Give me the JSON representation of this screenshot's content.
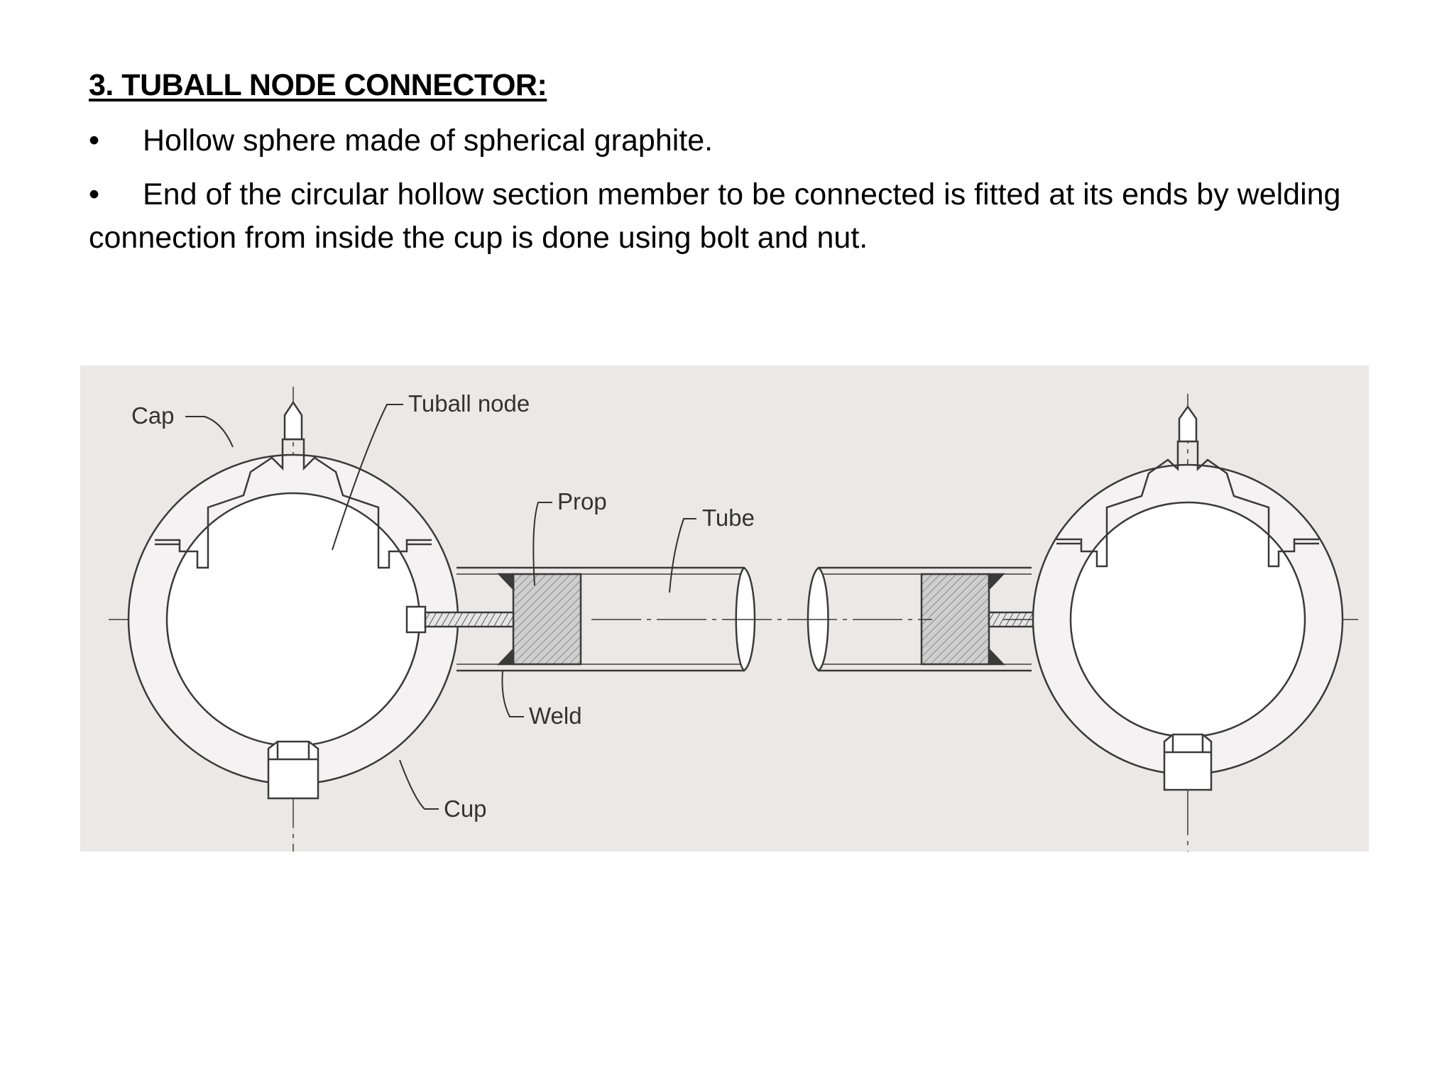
{
  "slide": {
    "heading": "3. TUBALL NODE CONNECTOR:",
    "bullets": [
      "Hollow sphere made of spherical graphite.",
      "End of the circular hollow section member to be connected is fitted at its ends by welding  connection from inside the cup is done using bolt and nut."
    ],
    "bullet_symbol": "•"
  },
  "diagram": {
    "labels": {
      "cap": "Cap",
      "tuball_node": "Tuball node",
      "prop": "Prop",
      "tube": "Tube",
      "weld": "Weld",
      "cup": "Cup"
    },
    "colors": {
      "background": "#ece8e8",
      "line": "#3a3a3a",
      "hatch": "#bdbdbd"
    }
  }
}
